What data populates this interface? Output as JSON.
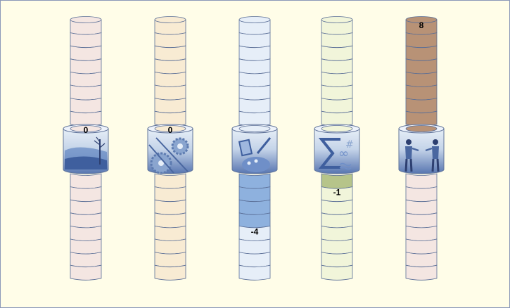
{
  "columns": [
    {
      "id": "nature",
      "value": 0,
      "value_label": "0",
      "icon": "landscape-icon",
      "stack_color": "#f4e6e2",
      "filled_color": null,
      "filled_direction": "none"
    },
    {
      "id": "process",
      "value": 0,
      "value_label": "0",
      "icon": "gears-icon",
      "stack_color": "#f8ebd3",
      "filled_color": null,
      "filled_direction": "none"
    },
    {
      "id": "creative",
      "value": -4,
      "value_label": "-4",
      "icon": "art-palette-icon",
      "stack_color": "#e6eef8",
      "filled_color": "#8eb1de",
      "filled_direction": "down"
    },
    {
      "id": "math",
      "value": -1,
      "value_label": "-1",
      "icon": "math-symbols-icon",
      "stack_color": "#f1f5da",
      "filled_color": "#b6c48a",
      "filled_direction": "down"
    },
    {
      "id": "people",
      "value": 8,
      "value_label": "8",
      "icon": "people-icon",
      "stack_color": "#f4e6e2",
      "filled_color": "#b89276",
      "filled_direction": "up"
    }
  ],
  "colors": {
    "stroke": "#5a6e96",
    "sleeve_top": "#e6eef8",
    "sleeve_bottom": "#4f6fae",
    "background": "#fffde8"
  }
}
